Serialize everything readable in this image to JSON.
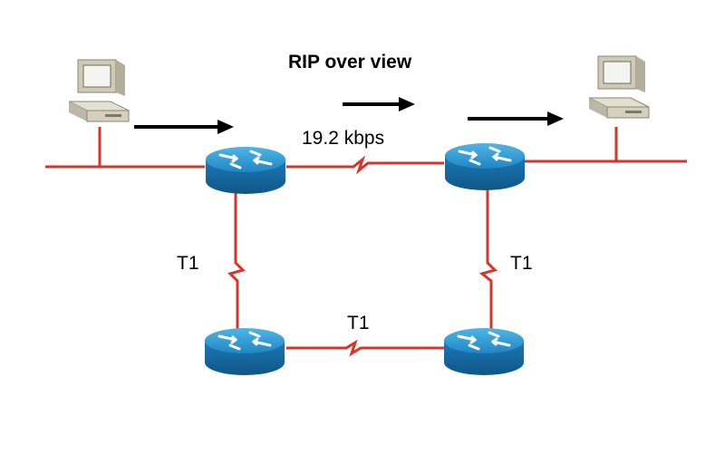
{
  "diagram": {
    "title": "RIP over view",
    "links": {
      "top_link_label": "19.2 kbps",
      "left_link_label": "T1",
      "right_link_label": "T1",
      "bottom_link_label": "T1"
    },
    "colors": {
      "link": "#d9342b",
      "router_top": "#2a9bd6",
      "router_side": "#1a6ea8",
      "arrow": "#000000",
      "computer": "#d8d4c2"
    },
    "icons": [
      "computer-icon",
      "router-icon",
      "arrow-icon"
    ]
  }
}
